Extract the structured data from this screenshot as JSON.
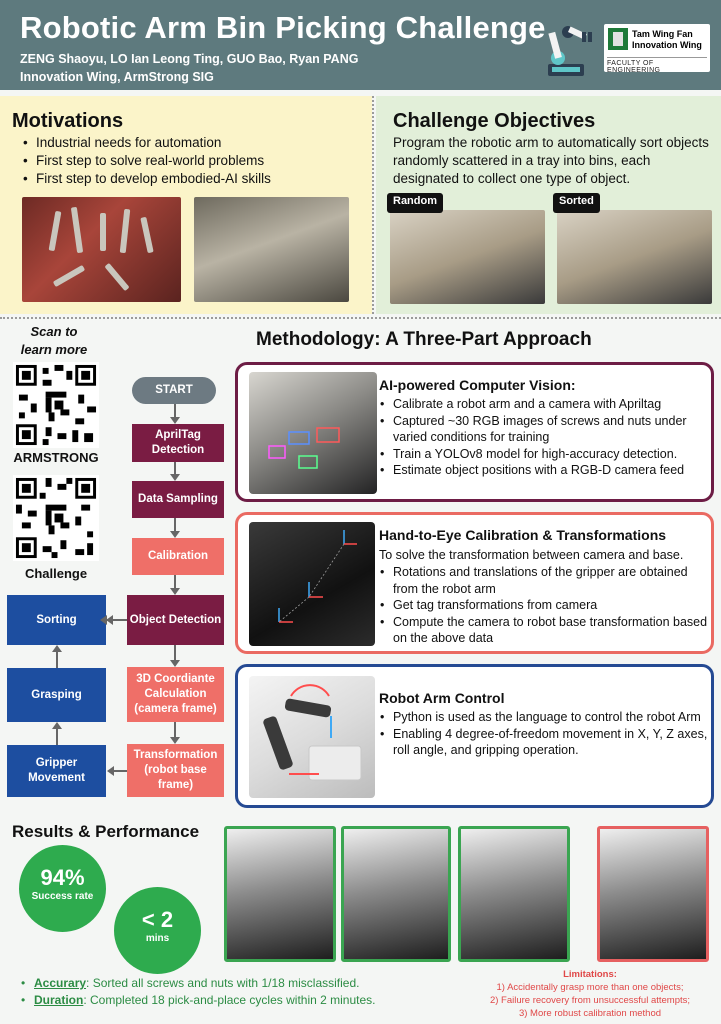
{
  "header": {
    "title": "Robotic Arm Bin Picking Challenge",
    "authors": "ZENG Shaoyu, LO Ian Leong Ting, GUO Bao, Ryan PANG",
    "affiliation": "Innovation Wing, ArmStrong SIG",
    "logo_line1": "Tam Wing Fan",
    "logo_line2": "Innovation Wing",
    "logo_line3": "FACULTY OF ENGINEERING"
  },
  "motivations": {
    "title": "Motivations",
    "items": [
      "Industrial needs for automation",
      "First step to solve real-world problems",
      "First step to develop embodied-AI skills"
    ]
  },
  "objectives": {
    "title": "Challenge Objectives",
    "text": "Program the robotic arm to automatically sort objects randomly scattered in a tray into bins, each designated to collect one type of object.",
    "tag_random": "Random",
    "tag_sorted": "Sorted"
  },
  "qr": {
    "scan": "Scan to learn more",
    "label1": "ARMSTRONG",
    "label2": "Challenge"
  },
  "methodology": {
    "title": "Methodology: A Three-Part Approach",
    "flow": {
      "start": "START",
      "apriltag": "AprilTag Detection",
      "sampling": "Data Sampling",
      "calibration": "Calibration",
      "object_detection": "Object Detection",
      "coord_calc": "3D Coordiante Calculation (camera frame)",
      "transformation": "Transformation (robot base frame)",
      "sorting": "Sorting",
      "grasping": "Grasping",
      "gripper": "Gripper Movement"
    },
    "card1": {
      "title": "AI-powered Computer Vision:",
      "items": [
        "Calibrate a robot arm and a camera with Apriltag",
        "Captured ~30 RGB images of screws and nuts under varied conditions for training",
        "Train a YOLOv8 model for high-accuracy detection.",
        "Estimate object positions with a RGB-D camera feed"
      ]
    },
    "card2": {
      "title": "Hand-to-Eye Calibration & Transformations",
      "intro": "To solve the transformation between camera and base.",
      "items": [
        "Rotations and translations of the gripper are obtained from the robot arm",
        "Get tag transformations from camera",
        "Compute the camera to robot base transformation based on the above data"
      ]
    },
    "card3": {
      "title": "Robot Arm Control",
      "items": [
        "Python is used as the language to control the robot Arm",
        "Enabling 4 degree-of-freedom movement in X, Y, Z axes, roll angle, and gripping operation."
      ]
    }
  },
  "results": {
    "title": "Results & Performance",
    "stat1_value": "94%",
    "stat1_label": "Success rate",
    "stat2_value": "< 2",
    "stat2_label": "mins",
    "accuracy_key": "Accurary",
    "accuracy_text": ": Sorted all screws and nuts with 1/18 misclassified.",
    "duration_key": "Duration",
    "duration_text": ": Completed 18 pick-and-place cycles within 2 minutes.",
    "limitations_title": "Limitations:",
    "limitations": [
      "1) Accidentally grasp more than one objects;",
      "2) Failure recovery from unsuccessful attempts;",
      "3) More robust calibration method"
    ]
  }
}
